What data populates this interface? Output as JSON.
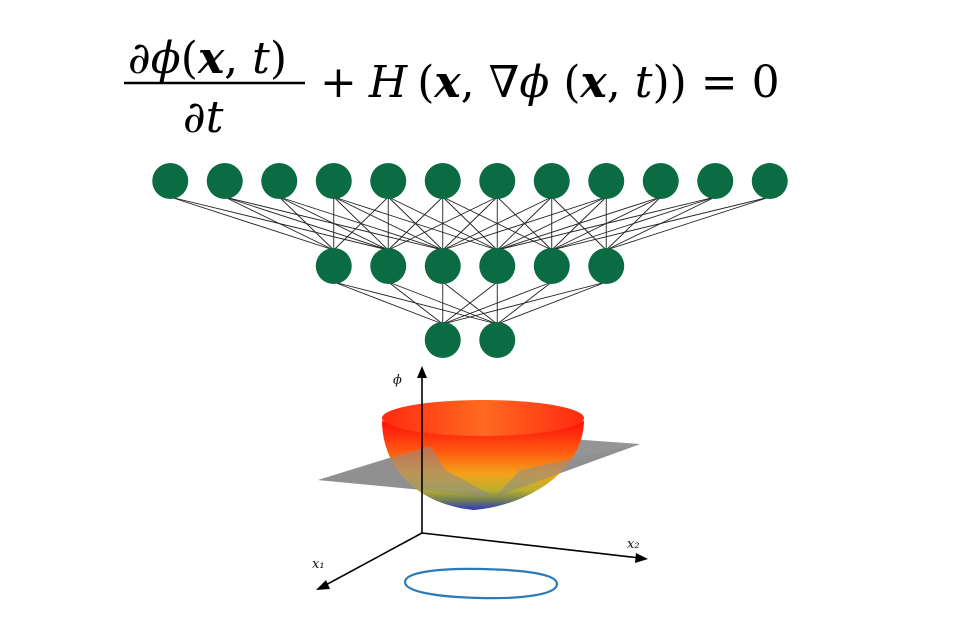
{
  "equation": {
    "numerator": {
      "partial": "∂",
      "func": "ϕ",
      "open": "(",
      "x": "x",
      "comma": ", ",
      "t": "t",
      "close": ")"
    },
    "denominator": {
      "partial": "∂",
      "t": "t"
    },
    "rest": {
      "plus": "+",
      "H": "H",
      "open1": "(",
      "x": "x",
      "comma1": ", ",
      "nabla": "∇",
      "func": "ϕ",
      "open2": " (",
      "x2": "x",
      "comma2": ", ",
      "t": "t",
      "close": "))",
      "equals": " = ",
      "zero": "0"
    }
  },
  "network": {
    "node_color": "#0b6b42",
    "layers": [
      12,
      6,
      2
    ]
  },
  "surface_plot": {
    "axis_labels": {
      "vertical": "ϕ",
      "horizontal_1": "x₁",
      "horizontal_2": "x₂"
    },
    "colors": {
      "top": "#f01010",
      "mid": "#f0a020",
      "low": "#b0b030",
      "bottom": "#3040c0",
      "plane": "#8a8a8a",
      "contour": "#2a7ab8"
    }
  }
}
